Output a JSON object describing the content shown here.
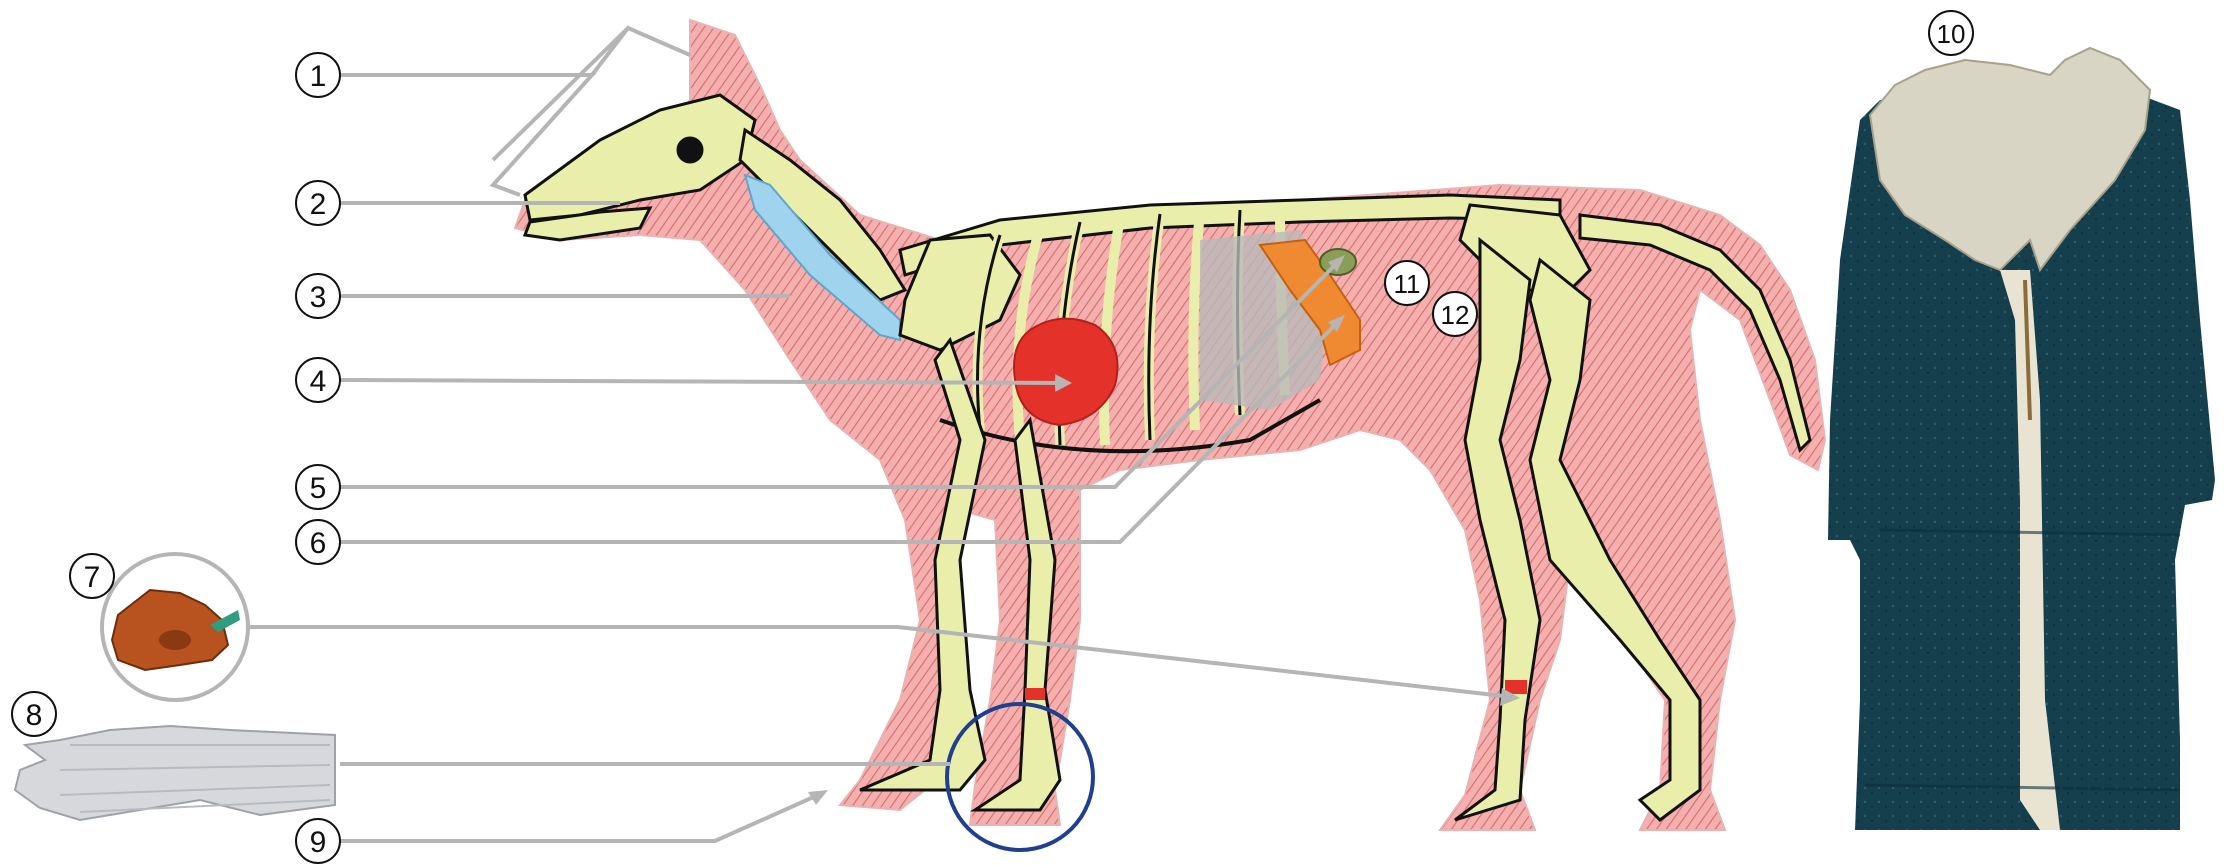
{
  "labels": {
    "l1": "1",
    "l2": "2",
    "l3": "3",
    "l4": "4",
    "l5": "5",
    "l6": "6",
    "l7": "7",
    "l8": "8",
    "l9": "9",
    "l10": "10",
    "l11": "11",
    "l12": "12"
  },
  "colors": {
    "body_fill": "#f0a3a3",
    "bone": "#e9efaa",
    "bone_outline": "#111111",
    "leader_line": "#b5b5b5",
    "cartilage": "#9fd3ee",
    "heart": "#e4322b",
    "liver": "#f08a32",
    "stomach": "#8a9e58",
    "highlight_circle": "#1f3f8f",
    "coat": "#123f4f",
    "fur": "#d9d5c5",
    "bone_fragment": "#b8531f"
  }
}
